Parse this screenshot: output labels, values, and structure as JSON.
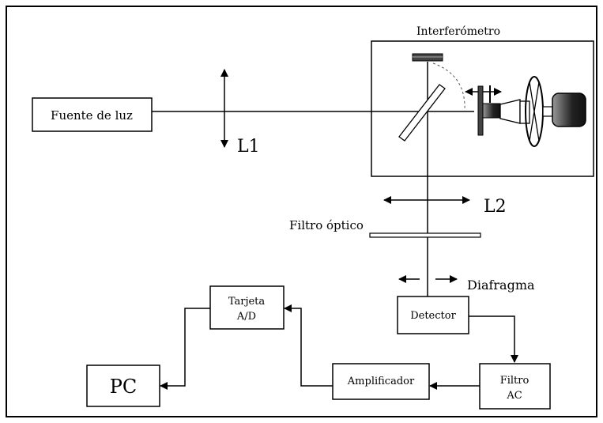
{
  "diagram": {
    "labels": {
      "light_source": "Fuente de luz",
      "lens1": "L1",
      "interferometer": "Interferómetro",
      "lens2": "L2",
      "optical_filter": "Filtro óptico",
      "diaphragm": "Diafragma",
      "detector": "Detector",
      "ad_card_line1": "Tarjeta",
      "ad_card_line2": "A/D",
      "pc": "PC",
      "amplifier": "Amplificador",
      "ac_filter_line1": "Filtro",
      "ac_filter_line2": "AC"
    }
  }
}
